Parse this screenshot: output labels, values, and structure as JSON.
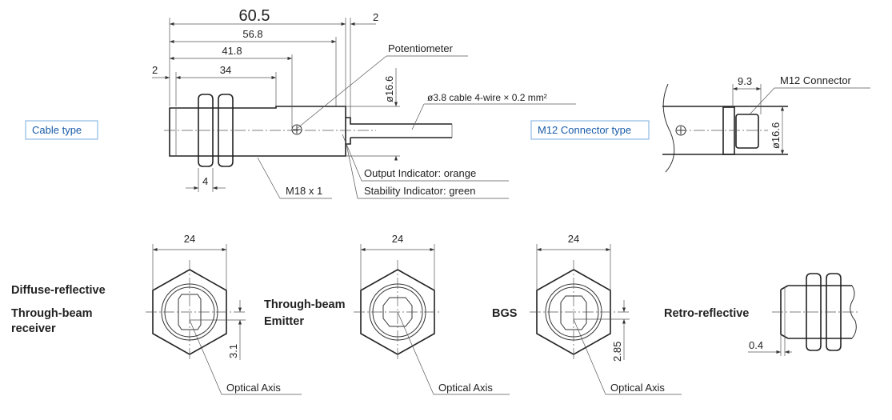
{
  "cable_type": {
    "label": "Cable type",
    "dims": {
      "overall": "60.5",
      "body": "56.8",
      "pot": "41.8",
      "thread": "34",
      "front": "2",
      "rear": "2",
      "nut": "4",
      "diameter": "ø16.6"
    },
    "callouts": {
      "potentiometer": "Potentiometer",
      "cable": "ø3.8 cable 4-wire × 0.2 mm²",
      "output_indicator": "Output Indicator: orange",
      "stability_indicator": "Stability Indicator: green",
      "thread": "M18 x 1"
    }
  },
  "m12_type": {
    "label": "M12 Connector type",
    "dims": {
      "connector_length": "9.3",
      "diameter": "ø16.6"
    },
    "callout": "M12 Connector"
  },
  "front_views": [
    {
      "labels": [
        "Diffuse-reflective",
        "Through-beam",
        "receiver"
      ],
      "width": "24",
      "offset": "3.1",
      "axis": "Optical Axis"
    },
    {
      "labels": [
        "Through-beam",
        "Emitter"
      ],
      "width": "24",
      "axis": "Optical Axis"
    },
    {
      "labels": [
        "BGS"
      ],
      "width": "24",
      "offset": "2.85",
      "axis": "Optical Axis"
    }
  ],
  "retro": {
    "label": "Retro-reflective",
    "dim": "0.4"
  }
}
